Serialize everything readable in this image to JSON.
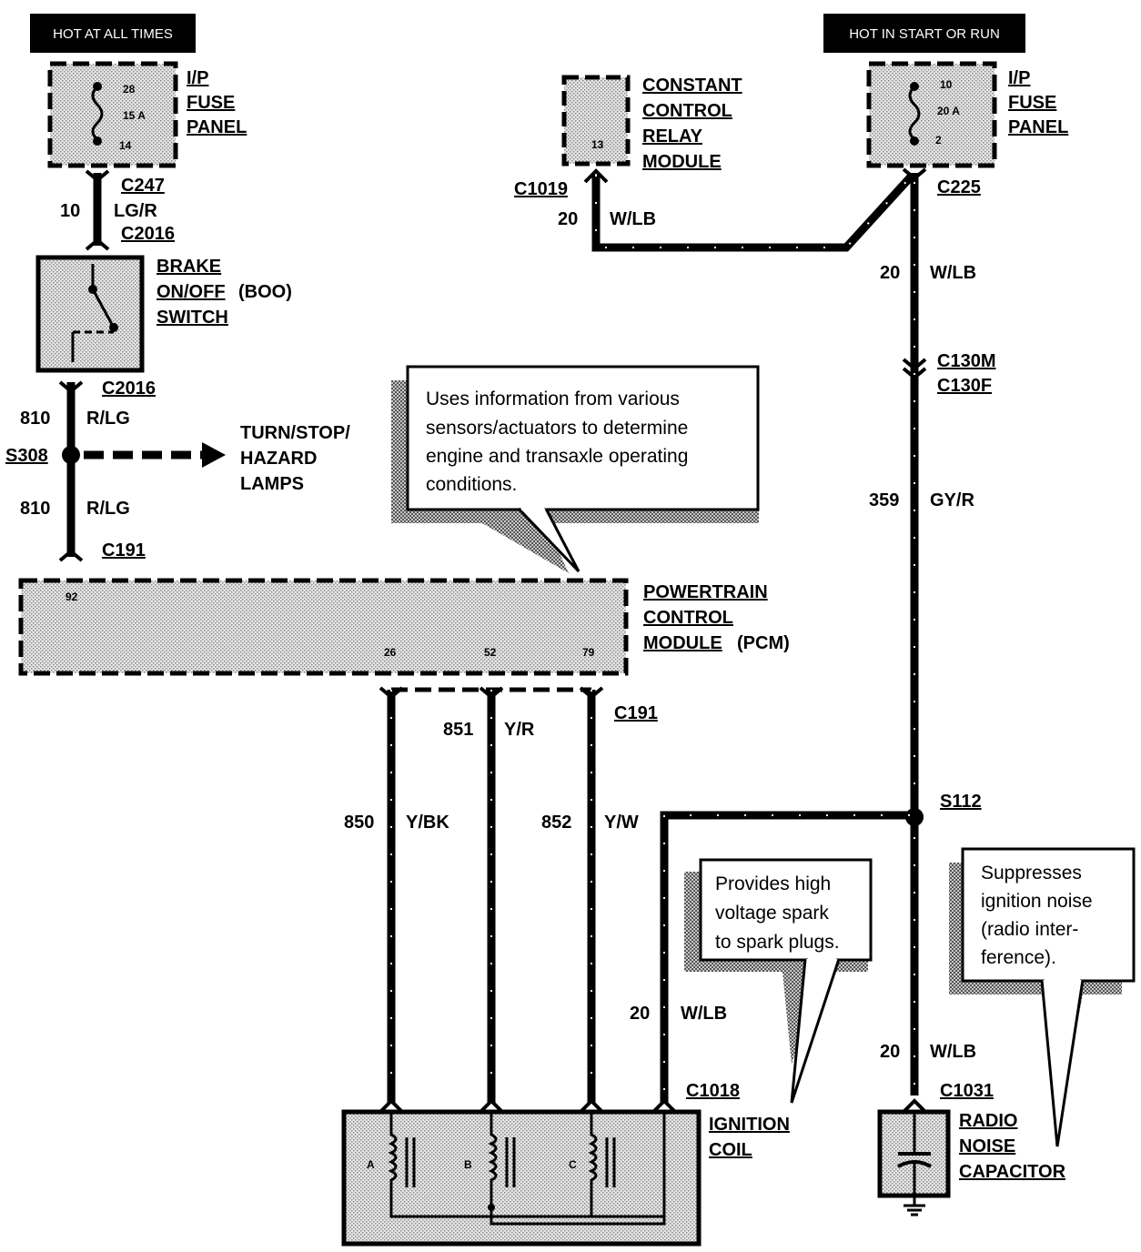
{
  "headers": {
    "hot_at_all_times": "HOT AT ALL TIMES",
    "hot_in_start_or_run": "HOT IN START OR RUN"
  },
  "ip_fuse_left": {
    "l1": "I/P",
    "l2": "FUSE",
    "l3": "PANEL",
    "pin_in": "28",
    "rating": "15 A",
    "pin_out": "14"
  },
  "ip_fuse_right": {
    "l1": "I/P",
    "l2": "FUSE",
    "l3": "PANEL",
    "pin_in": "10",
    "rating": "20 A",
    "pin_out": "2"
  },
  "ccrm": {
    "l1": "CONSTANT",
    "l2": "CONTROL",
    "l3": "RELAY",
    "l4": "MODULE",
    "pin": "13"
  },
  "boo": {
    "l1": "BRAKE",
    "l2a": "ON/OFF",
    "l2b": "(BOO)",
    "l3": "SWITCH"
  },
  "turn": {
    "l1": "TURN/STOP/",
    "l2": "HAZARD",
    "l3": "LAMPS"
  },
  "pcm": {
    "l1": "POWERTRAIN",
    "l2": "CONTROL",
    "l3a": "MODULE",
    "l3b": "(PCM)",
    "pin_a": "92",
    "pin_b": "26",
    "pin_c": "52",
    "pin_d": "79"
  },
  "ignition": {
    "l1": "IGNITION",
    "l2": "COIL",
    "coil_a": "A",
    "coil_b": "B",
    "coil_c": "C"
  },
  "capacitor": {
    "l1": "RADIO",
    "l2": "NOISE",
    "l3": "CAPACITOR"
  },
  "connectors": {
    "c247": "C247",
    "c2016a": "C2016",
    "c2016b": "C2016",
    "c191a": "C191",
    "c191b": "C191",
    "c1019": "C1019",
    "c225": "C225",
    "c130m": "C130M",
    "c130f": "C130F",
    "c1018": "C1018",
    "c1031": "C1031",
    "s308": "S308",
    "s112": "S112"
  },
  "wires": {
    "w10": "10",
    "lgr": "LG/R",
    "w810a": "810",
    "rlga": "R/LG",
    "w810b": "810",
    "rlgb": "R/LG",
    "w20a": "20",
    "wlba": "W/LB",
    "w20b": "20",
    "wlbb": "W/LB",
    "w359": "359",
    "gyr": "GY/R",
    "w851": "851",
    "yr": "Y/R",
    "w850": "850",
    "ybk": "Y/BK",
    "w852": "852",
    "yw": "Y/W",
    "w20c": "20",
    "wlbc": "W/LB",
    "w20d": "20",
    "wlbd": "W/LB"
  },
  "callouts": {
    "pcm_note": [
      "Uses information from various",
      "sensors/actuators to determine",
      "engine and transaxle operating",
      "conditions."
    ],
    "coil_note": [
      "Provides high",
      "voltage spark",
      "to spark plugs."
    ],
    "cap_note": [
      "Suppresses",
      "ignition noise",
      "(radio inter-",
      "ference)."
    ]
  }
}
